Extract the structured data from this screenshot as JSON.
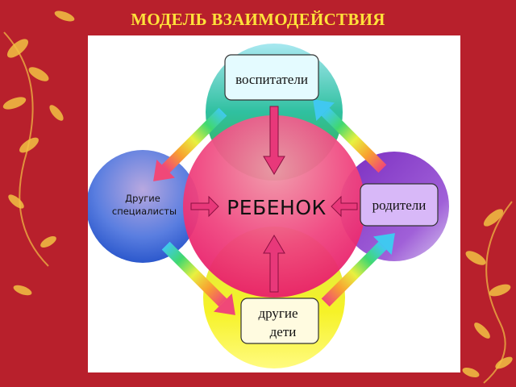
{
  "title": "МОДЕЛЬ ВЗАИМОДЕЙСТВИЯ",
  "diagram": {
    "center_label": "РЕБЕНОК",
    "top_label": "воспитатели",
    "right_label": "родители",
    "bottom_label_line1": "другие",
    "bottom_label_line2": "дети",
    "left_label_line1": "Другие",
    "left_label_line2": "специалисты"
  },
  "colors": {
    "background": "#b8202c",
    "title": "#ffe23a",
    "center_circle": "#f0407a",
    "top_circle": "#2fc0a0",
    "right_circle": "#8a3cc8",
    "bottom_circle": "#f2f020",
    "left_circle": "#3c68d8",
    "arrow": "#e8387a"
  }
}
